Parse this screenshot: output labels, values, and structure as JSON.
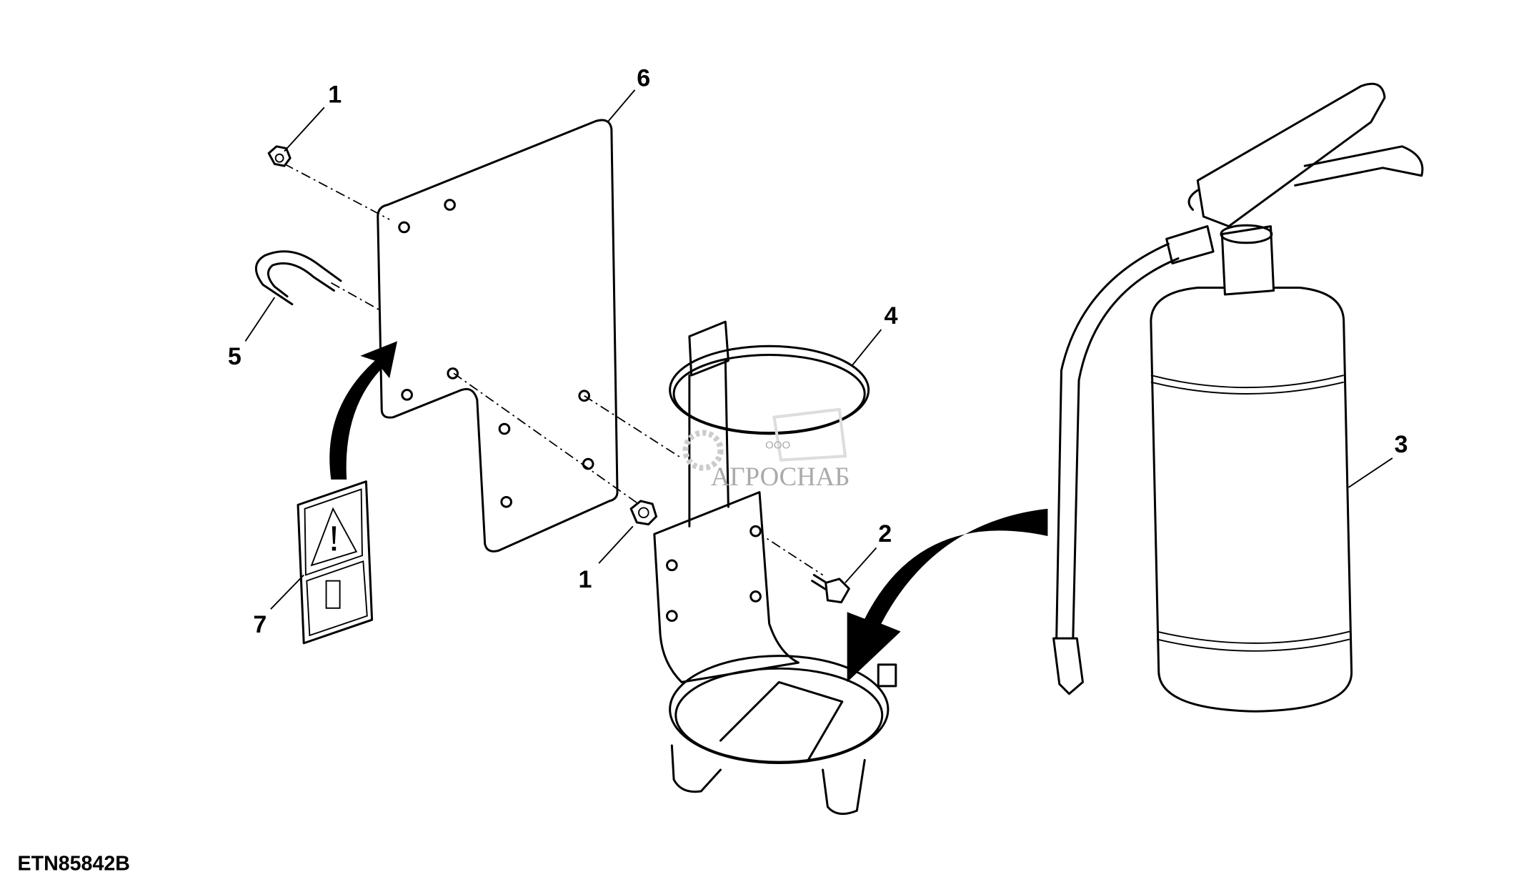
{
  "figure_code": "ETN85842B",
  "callouts": {
    "c1_top": "1",
    "c6": "6",
    "c5": "5",
    "c4": "4",
    "c3": "3",
    "c2": "2",
    "c1_bottom": "1",
    "c7": "7"
  },
  "watermark": {
    "prefix": "ООО",
    "name": "АГРОСНАБ"
  }
}
